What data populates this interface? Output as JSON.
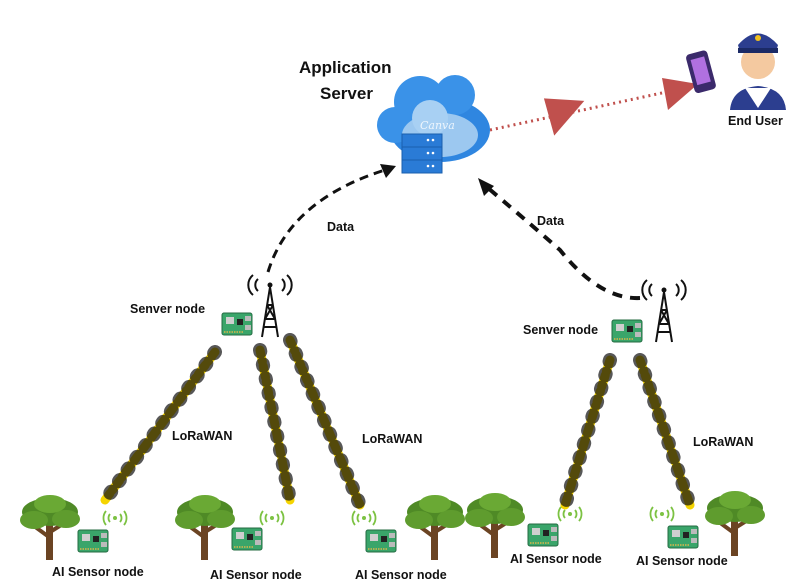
{
  "server": {
    "title_line1": "Application",
    "title_line2": "Server",
    "watermark": "Canva"
  },
  "end_user": {
    "label": "End User"
  },
  "links": {
    "data_left": "Data",
    "data_right": "Data"
  },
  "server_nodes": [
    {
      "label": "Senver node"
    },
    {
      "label": "Senver node"
    }
  ],
  "lorawan_labels": [
    "LoRaWAN",
    "LoRaWAN",
    "LoRaWAN"
  ],
  "sensor_nodes": [
    {
      "label": "AI Sensor node"
    },
    {
      "label": "AI Sensor node"
    },
    {
      "label": "AI Sensor node"
    },
    {
      "label": "AI Sensor node"
    },
    {
      "label": "AI Sensor node"
    }
  ],
  "colors": {
    "cloud": "#2f86e0",
    "cloud_light": "#9cc8f0",
    "uplink_arrow": "#c0504d",
    "lora_bolt": "#f5d400",
    "board": "#3aa56a",
    "wifi": "#7cc242",
    "tree": "#5a8f2a"
  }
}
